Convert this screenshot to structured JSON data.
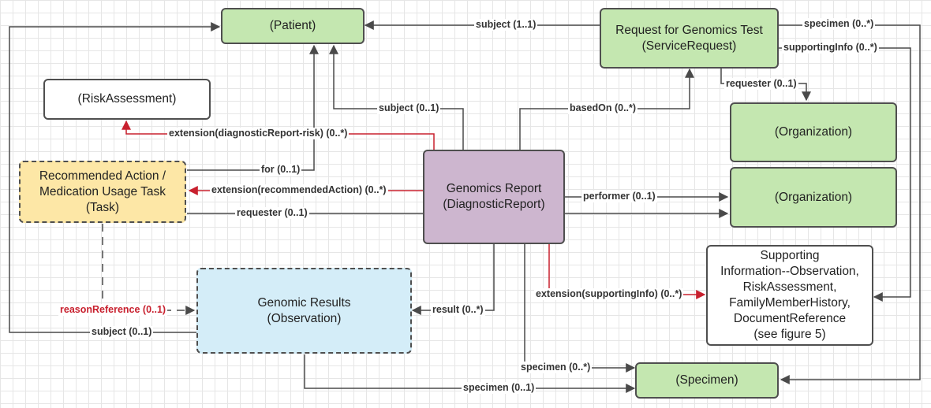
{
  "colors": {
    "line": "#4a4a4a",
    "red": "#c8202e"
  },
  "nodes": {
    "patient": "(Patient)",
    "service_request": "Request for Genomics Test\n(ServiceRequest)",
    "risk_assessment": "(RiskAssessment)",
    "task": "Recommended Action /\nMedication Usage Task\n(Task)",
    "diagnostic_report": "Genomics Report\n(DiagnosticReport)",
    "organization_1": "(Organization)",
    "organization_2": "(Organization)",
    "observation": "Genomic Results\n(Observation)",
    "supporting_info": "Supporting\nInformation--Observation,\nRiskAssessment,\nFamilyMemberHistory,\nDocumentReference\n(see figure 5)",
    "specimen": "(Specimen)"
  },
  "labels": {
    "sr_subject": "subject (1..1)",
    "sr_specimen": "specimen (0..*)",
    "sr_supporting_info": "supportingInfo (0..*)",
    "sr_requester": "requester (0..1)",
    "dr_subject": "subject (0..1)",
    "dr_based_on": "basedOn (0..*)",
    "dr_risk": "extension(diagnosticReport-risk) (0..*)",
    "task_for": "for (0..1)",
    "dr_recommended_action": "extension(recommendedAction) (0..*)",
    "dr_performer": "performer (0..1)",
    "task_requester": "requester (0..1)",
    "dr_result": "result (0..*)",
    "dr_supporting_info": "extension(supportingInfo) (0..*)",
    "task_reason_reference": "reasonReference (0..1)",
    "obs_subject": "subject (0..1)",
    "dr_specimen": "specimen (0..*)",
    "obs_specimen": "specimen (0..1)"
  }
}
